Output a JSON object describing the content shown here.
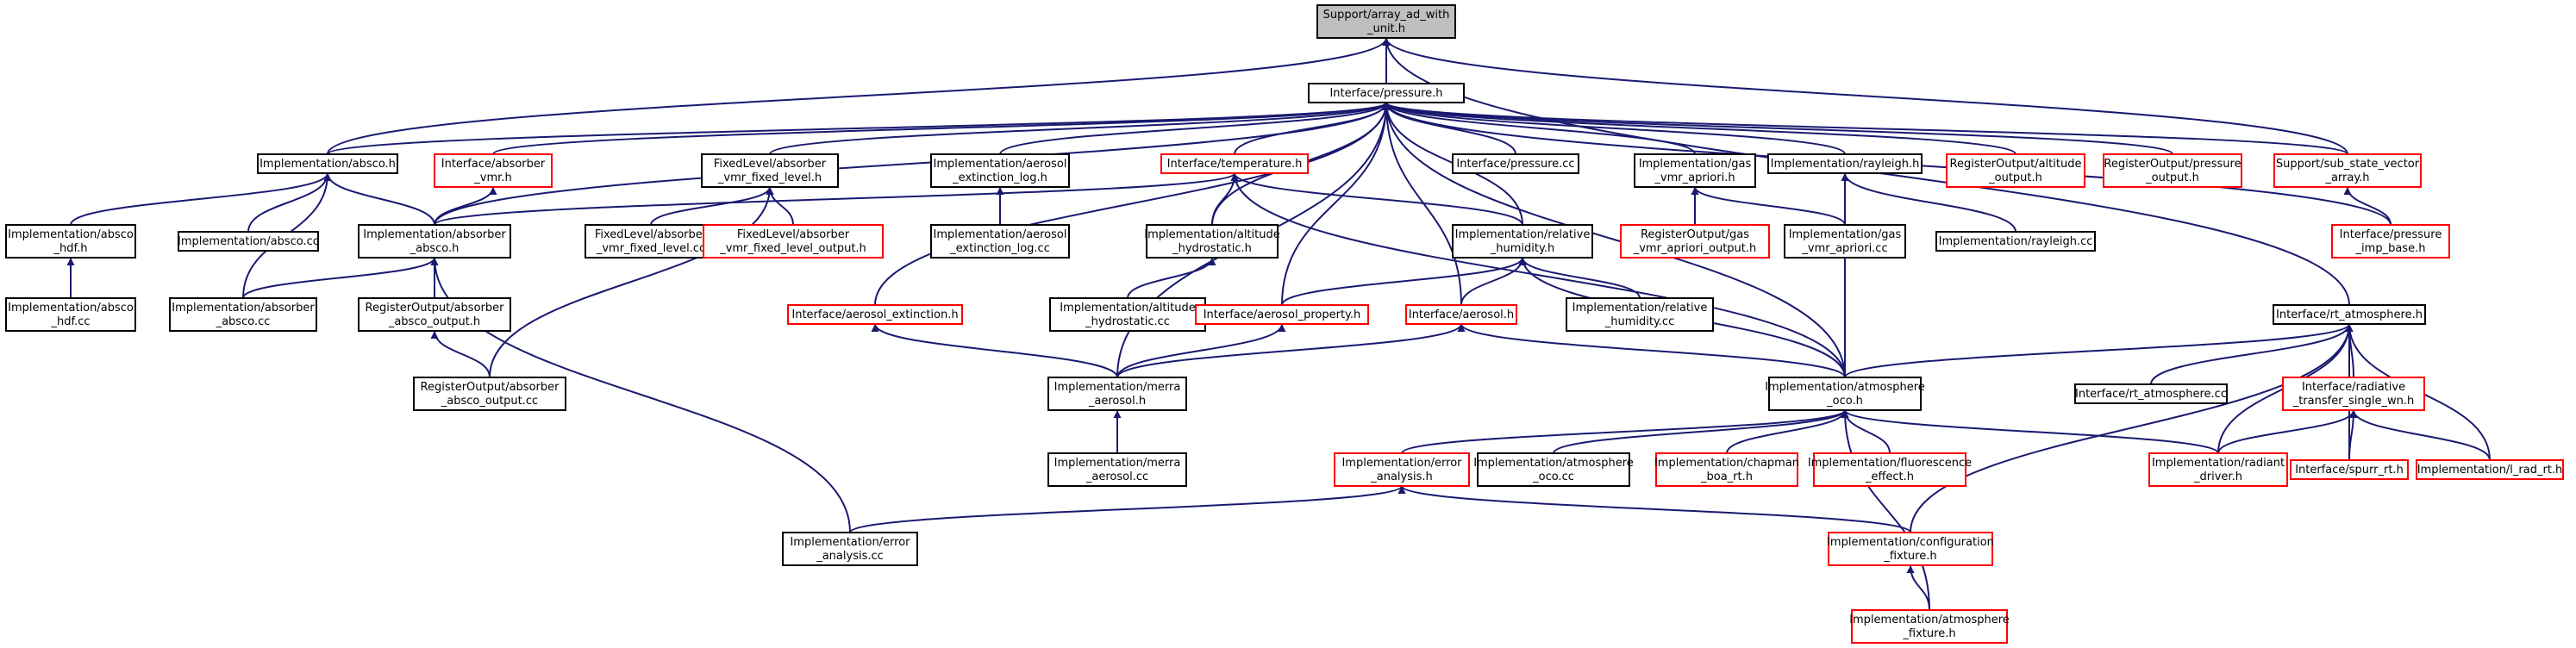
{
  "colors": {
    "edge": "#191970",
    "node_border_black": "#000000",
    "node_border_red": "#ff0000",
    "root_fill": "#bfbfbf",
    "background": "#ffffff"
  },
  "nodes": [
    {
      "id": "root",
      "lines": [
        "Support/array_ad_with",
        "_unit.h"
      ],
      "style": "root"
    },
    {
      "id": "pressure",
      "lines": [
        "Interface/pressure.h"
      ],
      "style": "black"
    },
    {
      "id": "absco",
      "lines": [
        "Implementation/absco.h"
      ],
      "style": "black"
    },
    {
      "id": "absorber_vmr",
      "lines": [
        "Interface/absorber",
        "_vmr.h"
      ],
      "style": "red"
    },
    {
      "id": "fl_vmr",
      "lines": [
        "FixedLevel/absorber",
        "_vmr_fixed_level.h"
      ],
      "style": "black"
    },
    {
      "id": "aerosol_ext_log",
      "lines": [
        "Implementation/aerosol",
        "_extinction_log.h"
      ],
      "style": "black"
    },
    {
      "id": "temperature",
      "lines": [
        "Interface/temperature.h"
      ],
      "style": "red"
    },
    {
      "id": "pressure_cc",
      "lines": [
        "Interface/pressure.cc"
      ],
      "style": "black"
    },
    {
      "id": "gas_vmr",
      "lines": [
        "Implementation/gas",
        "_vmr_apriori.h"
      ],
      "style": "black"
    },
    {
      "id": "rayleigh",
      "lines": [
        "Implementation/rayleigh.h"
      ],
      "style": "black"
    },
    {
      "id": "ro_altitude",
      "lines": [
        "RegisterOutput/altitude",
        "_output.h"
      ],
      "style": "red"
    },
    {
      "id": "ro_pressure",
      "lines": [
        "RegisterOutput/pressure",
        "_output.h"
      ],
      "style": "red"
    },
    {
      "id": "sub_state",
      "lines": [
        "Support/sub_state_vector",
        "_array.h"
      ],
      "style": "red"
    },
    {
      "id": "absco_hdf",
      "lines": [
        "Implementation/absco",
        "_hdf.h"
      ],
      "style": "black"
    },
    {
      "id": "absco_cc",
      "lines": [
        "Implementation/absco.cc"
      ],
      "style": "black"
    },
    {
      "id": "absorber_absco",
      "lines": [
        "Implementation/absorber",
        "_absco.h"
      ],
      "style": "black"
    },
    {
      "id": "fl_vmr_cc",
      "lines": [
        "FixedLevel/absorber",
        "_vmr_fixed_level.cc"
      ],
      "style": "black"
    },
    {
      "id": "fl_vmr_out",
      "lines": [
        "FixedLevel/absorber",
        "_vmr_fixed_level_output.h"
      ],
      "style": "red"
    },
    {
      "id": "aerosol_ext_log_cc",
      "lines": [
        "Implementation/aerosol",
        "_extinction_log.cc"
      ],
      "style": "black"
    },
    {
      "id": "altitude_hydro",
      "lines": [
        "Implementation/altitude",
        "_hydrostatic.h"
      ],
      "style": "black"
    },
    {
      "id": "relative_humidity",
      "lines": [
        "Implementation/relative",
        "_humidity.h"
      ],
      "style": "black"
    },
    {
      "id": "ro_gas_vmr",
      "lines": [
        "RegisterOutput/gas",
        "_vmr_apriori_output.h"
      ],
      "style": "red"
    },
    {
      "id": "gas_vmr_cc",
      "lines": [
        "Implementation/gas",
        "_vmr_apriori.cc"
      ],
      "style": "black"
    },
    {
      "id": "rayleigh_cc",
      "lines": [
        "Implementation/rayleigh.cc"
      ],
      "style": "black"
    },
    {
      "id": "pressure_imp_base",
      "lines": [
        "Interface/pressure",
        "_imp_base.h"
      ],
      "style": "red"
    },
    {
      "id": "absco_hdf_cc",
      "lines": [
        "Implementation/absco",
        "_hdf.cc"
      ],
      "style": "black"
    },
    {
      "id": "absorber_absco_cc",
      "lines": [
        "Implementation/absorber",
        "_absco.cc"
      ],
      "style": "black"
    },
    {
      "id": "ro_absorber_absco",
      "lines": [
        "RegisterOutput/absorber",
        "_absco_output.h"
      ],
      "style": "black"
    },
    {
      "id": "aerosol_extinction",
      "lines": [
        "Interface/aerosol_extinction.h"
      ],
      "style": "red"
    },
    {
      "id": "altitude_hydro_cc",
      "lines": [
        "Implementation/altitude",
        "_hydrostatic.cc"
      ],
      "style": "black"
    },
    {
      "id": "aerosol_property",
      "lines": [
        "Interface/aerosol_property.h"
      ],
      "style": "red"
    },
    {
      "id": "aerosol",
      "lines": [
        "Interface/aerosol.h"
      ],
      "style": "red"
    },
    {
      "id": "relative_humidity_cc",
      "lines": [
        "Implementation/relative",
        "_humidity.cc"
      ],
      "style": "black"
    },
    {
      "id": "rt_atmosphere",
      "lines": [
        "Interface/rt_atmosphere.h"
      ],
      "style": "black"
    },
    {
      "id": "ro_absorber_absco_cc",
      "lines": [
        "RegisterOutput/absorber",
        "_absco_output.cc"
      ],
      "style": "black"
    },
    {
      "id": "merra_aerosol",
      "lines": [
        "Implementation/merra",
        "_aerosol.h"
      ],
      "style": "black"
    },
    {
      "id": "atmosphere_oco",
      "lines": [
        "Implementation/atmosphere",
        "_oco.h"
      ],
      "style": "black"
    },
    {
      "id": "rt_atmosphere_cc",
      "lines": [
        "Interface/rt_atmosphere.cc"
      ],
      "style": "black"
    },
    {
      "id": "radiative_transfer",
      "lines": [
        "Interface/radiative",
        "_transfer_single_wn.h"
      ],
      "style": "red"
    },
    {
      "id": "merra_aerosol_cc",
      "lines": [
        "Implementation/merra",
        "_aerosol.cc"
      ],
      "style": "black"
    },
    {
      "id": "error_analysis",
      "lines": [
        "Implementation/error",
        "_analysis.h"
      ],
      "style": "red"
    },
    {
      "id": "atmosphere_oco_cc",
      "lines": [
        "Implementation/atmosphere",
        "_oco.cc"
      ],
      "style": "black"
    },
    {
      "id": "chapman",
      "lines": [
        "Implementation/chapman",
        "_boa_rt.h"
      ],
      "style": "red"
    },
    {
      "id": "fluorescence",
      "lines": [
        "Implementation/fluorescence",
        "_effect.h"
      ],
      "style": "red"
    },
    {
      "id": "radiant_driver",
      "lines": [
        "Implementation/radiant",
        "_driver.h"
      ],
      "style": "red"
    },
    {
      "id": "spurr_rt",
      "lines": [
        "Interface/spurr_rt.h"
      ],
      "style": "red"
    },
    {
      "id": "l_rad_rt",
      "lines": [
        "Implementation/l_rad_rt.h"
      ],
      "style": "red"
    },
    {
      "id": "error_analysis_cc",
      "lines": [
        "Implementation/error",
        "_analysis.cc"
      ],
      "style": "black"
    },
    {
      "id": "config_fixture",
      "lines": [
        "Implementation/configuration",
        "_fixture.h"
      ],
      "style": "red"
    },
    {
      "id": "atmosphere_fixture",
      "lines": [
        "Implementation/atmosphere",
        "_fixture.h"
      ],
      "style": "red"
    }
  ],
  "edges": [
    [
      "pressure",
      "root"
    ],
    [
      "absco",
      "root"
    ],
    [
      "sub_state",
      "root"
    ],
    [
      "rt_atmosphere",
      "root"
    ],
    [
      "absco",
      "pressure"
    ],
    [
      "absorber_vmr",
      "pressure"
    ],
    [
      "fl_vmr",
      "pressure"
    ],
    [
      "aerosol_ext_log",
      "pressure"
    ],
    [
      "temperature",
      "pressure"
    ],
    [
      "pressure_cc",
      "pressure"
    ],
    [
      "gas_vmr",
      "pressure"
    ],
    [
      "rayleigh",
      "pressure"
    ],
    [
      "ro_altitude",
      "pressure"
    ],
    [
      "ro_pressure",
      "pressure"
    ],
    [
      "sub_state",
      "pressure"
    ],
    [
      "absorber_absco",
      "pressure"
    ],
    [
      "altitude_hydro",
      "pressure"
    ],
    [
      "relative_humidity",
      "pressure"
    ],
    [
      "aerosol_extinction",
      "pressure"
    ],
    [
      "aerosol_property",
      "pressure"
    ],
    [
      "aerosol",
      "pressure"
    ],
    [
      "merra_aerosol",
      "pressure"
    ],
    [
      "atmosphere_oco",
      "pressure"
    ],
    [
      "pressure_imp_base",
      "pressure"
    ],
    [
      "absco_hdf",
      "absco"
    ],
    [
      "absco_cc",
      "absco"
    ],
    [
      "absorber_absco",
      "absco"
    ],
    [
      "absorber_absco_cc",
      "absco"
    ],
    [
      "absorber_absco",
      "absorber_vmr"
    ],
    [
      "fl_vmr_cc",
      "fl_vmr"
    ],
    [
      "fl_vmr_out",
      "fl_vmr"
    ],
    [
      "ro_absorber_absco_cc",
      "fl_vmr"
    ],
    [
      "aerosol_ext_log_cc",
      "aerosol_ext_log"
    ],
    [
      "absorber_absco",
      "temperature"
    ],
    [
      "altitude_hydro",
      "temperature"
    ],
    [
      "relative_humidity",
      "temperature"
    ],
    [
      "atmosphere_oco",
      "temperature"
    ],
    [
      "ro_gas_vmr",
      "gas_vmr"
    ],
    [
      "gas_vmr_cc",
      "gas_vmr"
    ],
    [
      "rayleigh_cc",
      "rayleigh"
    ],
    [
      "atmosphere_oco",
      "rayleigh"
    ],
    [
      "pressure_imp_base",
      "sub_state"
    ],
    [
      "absco_hdf_cc",
      "absco_hdf"
    ],
    [
      "absorber_absco_cc",
      "absorber_absco"
    ],
    [
      "ro_absorber_absco",
      "absorber_absco"
    ],
    [
      "error_analysis_cc",
      "absorber_absco"
    ],
    [
      "ro_absorber_absco_cc",
      "ro_absorber_absco"
    ],
    [
      "altitude_hydro_cc",
      "altitude_hydro"
    ],
    [
      "aerosol_property",
      "relative_humidity"
    ],
    [
      "aerosol",
      "relative_humidity"
    ],
    [
      "relative_humidity_cc",
      "relative_humidity"
    ],
    [
      "atmosphere_oco",
      "relative_humidity"
    ],
    [
      "merra_aerosol",
      "aerosol_extinction"
    ],
    [
      "merra_aerosol",
      "aerosol_property"
    ],
    [
      "merra_aerosol",
      "aerosol"
    ],
    [
      "atmosphere_oco",
      "aerosol"
    ],
    [
      "merra_aerosol_cc",
      "merra_aerosol"
    ],
    [
      "atmosphere_oco",
      "rt_atmosphere"
    ],
    [
      "rt_atmosphere_cc",
      "rt_atmosphere"
    ],
    [
      "radiative_transfer",
      "rt_atmosphere"
    ],
    [
      "radiant_driver",
      "rt_atmosphere"
    ],
    [
      "spurr_rt",
      "rt_atmosphere"
    ],
    [
      "l_rad_rt",
      "rt_atmosphere"
    ],
    [
      "config_fixture",
      "rt_atmosphere"
    ],
    [
      "error_analysis",
      "atmosphere_oco"
    ],
    [
      "atmosphere_oco_cc",
      "atmosphere_oco"
    ],
    [
      "chapman",
      "atmosphere_oco"
    ],
    [
      "fluorescence",
      "atmosphere_oco"
    ],
    [
      "radiant_driver",
      "atmosphere_oco"
    ],
    [
      "atmosphere_fixture",
      "atmosphere_oco"
    ],
    [
      "radiant_driver",
      "radiative_transfer"
    ],
    [
      "spurr_rt",
      "radiative_transfer"
    ],
    [
      "l_rad_rt",
      "radiative_transfer"
    ],
    [
      "error_analysis_cc",
      "error_analysis"
    ],
    [
      "config_fixture",
      "error_analysis"
    ],
    [
      "atmosphere_fixture",
      "config_fixture"
    ]
  ]
}
